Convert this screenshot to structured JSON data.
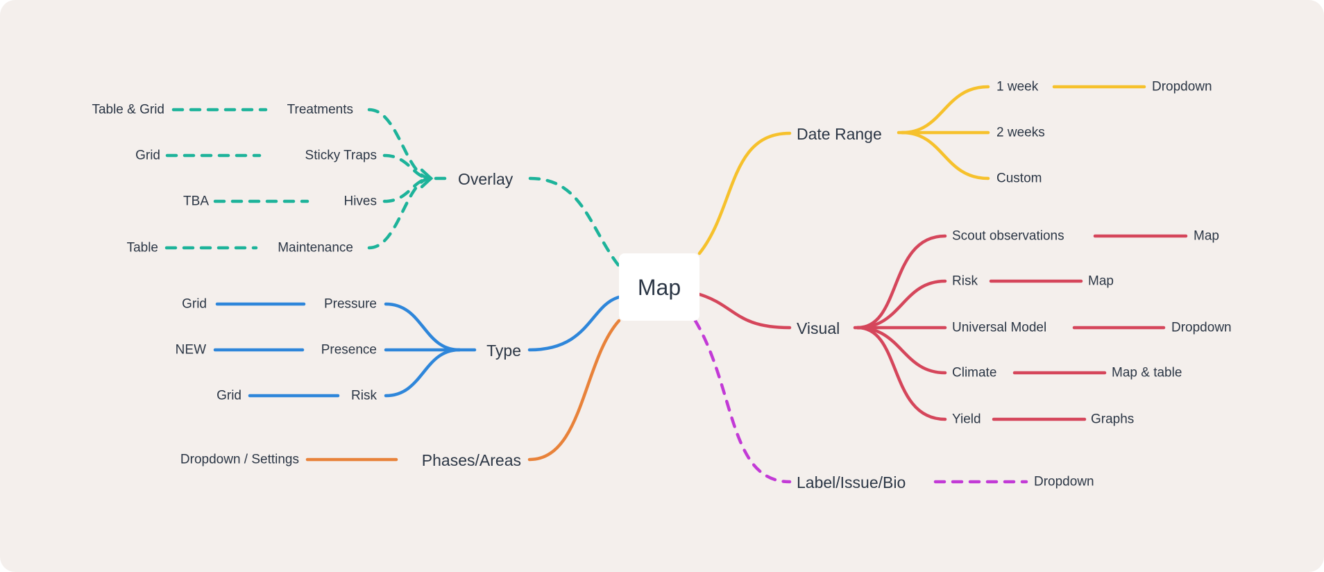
{
  "colors": {
    "background": "#f4efec",
    "text": "#2b3645",
    "overlay": "#1db39a",
    "type": "#2e86da",
    "phases": "#e8823a",
    "date_range": "#f6c12c",
    "visual": "#d5465b",
    "label": "#c23ad6"
  },
  "root": "Map",
  "overlay": {
    "label": "Overlay",
    "children": [
      {
        "label": "Treatments",
        "detail": "Table & Grid"
      },
      {
        "label": "Sticky Traps",
        "detail": "Grid"
      },
      {
        "label": "Hives",
        "detail": "TBA"
      },
      {
        "label": "Maintenance",
        "detail": "Table"
      }
    ]
  },
  "type": {
    "label": "Type",
    "children": [
      {
        "label": "Pressure",
        "detail": "Grid"
      },
      {
        "label": "Presence",
        "detail": "NEW"
      },
      {
        "label": "Risk",
        "detail": "Grid"
      }
    ]
  },
  "phases": {
    "label": "Phases/Areas",
    "detail": "Dropdown / Settings"
  },
  "date_range": {
    "label": "Date Range",
    "children": [
      {
        "label": "1 week",
        "detail": "Dropdown"
      },
      {
        "label": "2 weeks"
      },
      {
        "label": "Custom"
      }
    ]
  },
  "visual": {
    "label": "Visual",
    "children": [
      {
        "label": "Scout observations",
        "detail": "Map"
      },
      {
        "label": "Risk",
        "detail": "Map"
      },
      {
        "label": "Universal Model",
        "detail": "Dropdown"
      },
      {
        "label": "Climate",
        "detail": "Map & table"
      },
      {
        "label": "Yield",
        "detail": "Graphs"
      }
    ]
  },
  "label_issue_bio": {
    "label": "Label/Issue/Bio",
    "detail": "Dropdown"
  }
}
